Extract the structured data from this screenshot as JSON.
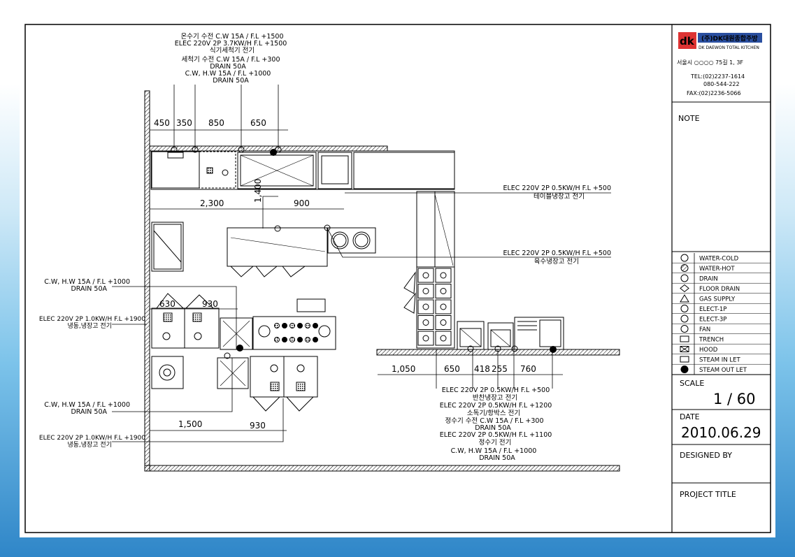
{
  "title_block": {
    "brand": "(주)DK대원종합주방",
    "brand_sub": "DK DAEWON TOTAL KITCHEN",
    "address": "서울시 ○○○○ 75길 1, 3F",
    "tel": "TEL:(02)2237-1614",
    "tel2": "080-544-222",
    "fax": "FAX:(02)2236-5066",
    "note_label": "NOTE",
    "scale_label": "SCALE",
    "scale_value": "1 / 60",
    "date_label": "DATE",
    "date_value": "2010.06.29",
    "designed_label": "DESIGNED BY",
    "project_label": "PROJECT TITLE"
  },
  "legend": [
    {
      "label": "WATER-COLD"
    },
    {
      "label": "WATER-HOT"
    },
    {
      "label": "DRAIN"
    },
    {
      "label": "FLOOR DRAIN"
    },
    {
      "label": "GAS SUPPLY"
    },
    {
      "label": "ELECT-1P"
    },
    {
      "label": "ELECT-3P"
    },
    {
      "label": "FAN"
    },
    {
      "label": "TRENCH"
    },
    {
      "label": "HOOD"
    },
    {
      "label": "STEAM IN LET"
    },
    {
      "label": "STEAM OUT LET"
    }
  ],
  "notes": {
    "top": [
      "온수기 수전 C.W 15A / F.L +1500",
      "ELEC 220V 2P 3.7KW/H F.L +1500",
      "식기세척기 전기",
      "세척기 수전 C.W 15A / F.L +300",
      "DRAIN 50A",
      "C.W, H.W 15A / F.L +1000",
      "DRAIN 50A"
    ],
    "table_fridge": [
      "ELEC 220V 2P 0.5KW/H F.L +500",
      "테이블냉장고 전기"
    ],
    "meat_fridge": [
      "ELEC 220V 2P 0.5KW/H F.L +500",
      "육수냉장고 전기"
    ],
    "left_sink1": [
      "C.W, H.W 15A / F.L +1000",
      "DRAIN 50A"
    ],
    "left_fridge1": [
      "ELEC 220V 2P 1.0KW/H F.L +1900",
      "냉동,냉장고 전기"
    ],
    "left_sink2": [
      "C.W, H.W 15A / F.L +1000",
      "DRAIN 50A"
    ],
    "left_fridge2": [
      "ELEC 220V 2P 1.0KW/H F.L +1900",
      "냉동,냉장고 전기"
    ],
    "bottom": [
      "ELEC 220V 2P 0.5KW/H F.L +500",
      "반찬냉장고 전기",
      "ELEC 220V 2P 0.5KW/H F.L +1200",
      "소독기/항박스 전기",
      "정수기 수전 C.W 15A / F.L +300",
      "DRAIN 50A",
      "ELEC 220V 2P 0.5KW/H F.L +1100",
      "정수기 전기",
      "C.W, H.W 15A / F.L +1000",
      "DRAIN 50A"
    ]
  },
  "dimensions": {
    "top_row": [
      "450",
      "350",
      "850",
      "650"
    ],
    "d2300": "2,300",
    "d900": "900",
    "d1400": "1,400",
    "d630": "630",
    "d930a": "930",
    "d1500": "1,500",
    "d930b": "930",
    "bottom_row": [
      "1,050",
      "650",
      "418",
      "255",
      "760"
    ]
  }
}
